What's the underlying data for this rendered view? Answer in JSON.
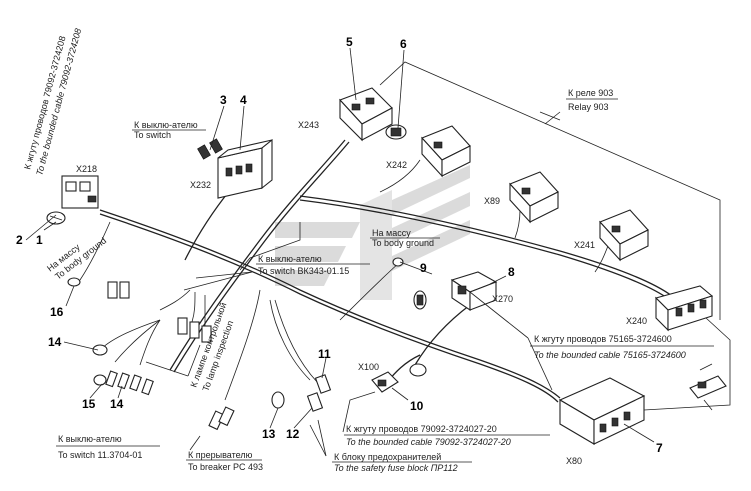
{
  "numbers": {
    "n1": "1",
    "n2": "2",
    "n3": "3",
    "n4": "4",
    "n5": "5",
    "n6": "6",
    "n7": "7",
    "n8": "8",
    "n9": "9",
    "n10": "10",
    "n11": "11",
    "n12": "12",
    "n13": "13",
    "n14a": "14",
    "n14b": "14",
    "n15": "15",
    "n16": "16"
  },
  "connectors": {
    "x218": "X218",
    "x232": "X232",
    "x243": "X243",
    "x242": "X242",
    "x89": "X89",
    "x241": "X241",
    "x240": "X240",
    "x270": "X270",
    "x100": "X100",
    "x80": "X80"
  },
  "labels": {
    "harness_ru": "К жгуту проводов 79092-3724208",
    "harness_en": "To the bounded cable 79092-3724208",
    "switch_top_ru": "К выклю-ателю",
    "switch_top_en": "To switch",
    "relay_ru": "К реле 903",
    "relay_en": "Relay 903",
    "ground_left_ru": "На массу",
    "ground_left_en": "To body ground",
    "ground_mid_ru": "На массу",
    "ground_mid_en": "To body ground",
    "switch_bk_ru": "К выклю-ателю",
    "switch_bk_en": "To switch ВК343-01.15",
    "lamp_ru": "К лампе контрольной",
    "lamp_en": "To lamp inspection",
    "harness_75165_ru": "К жгуту проводов 75165-3724600",
    "harness_75165_en": "To the bounded cable 75165-3724600",
    "harness_3724027_ru": "К жгуту проводов 79092-3724027-20",
    "harness_3724027_en": "To the bounded cable 79092-3724027-20",
    "switch_bottom_ru": "К выклю-ателю",
    "switch_bottom_en": "To switch 11.3704-01",
    "breaker_ru": "К прерывателю",
    "breaker_en": "To breaker PC 493",
    "fuse_ru": "К блоку предохранителей",
    "fuse_en": "To the safety fuse block ПР112"
  }
}
